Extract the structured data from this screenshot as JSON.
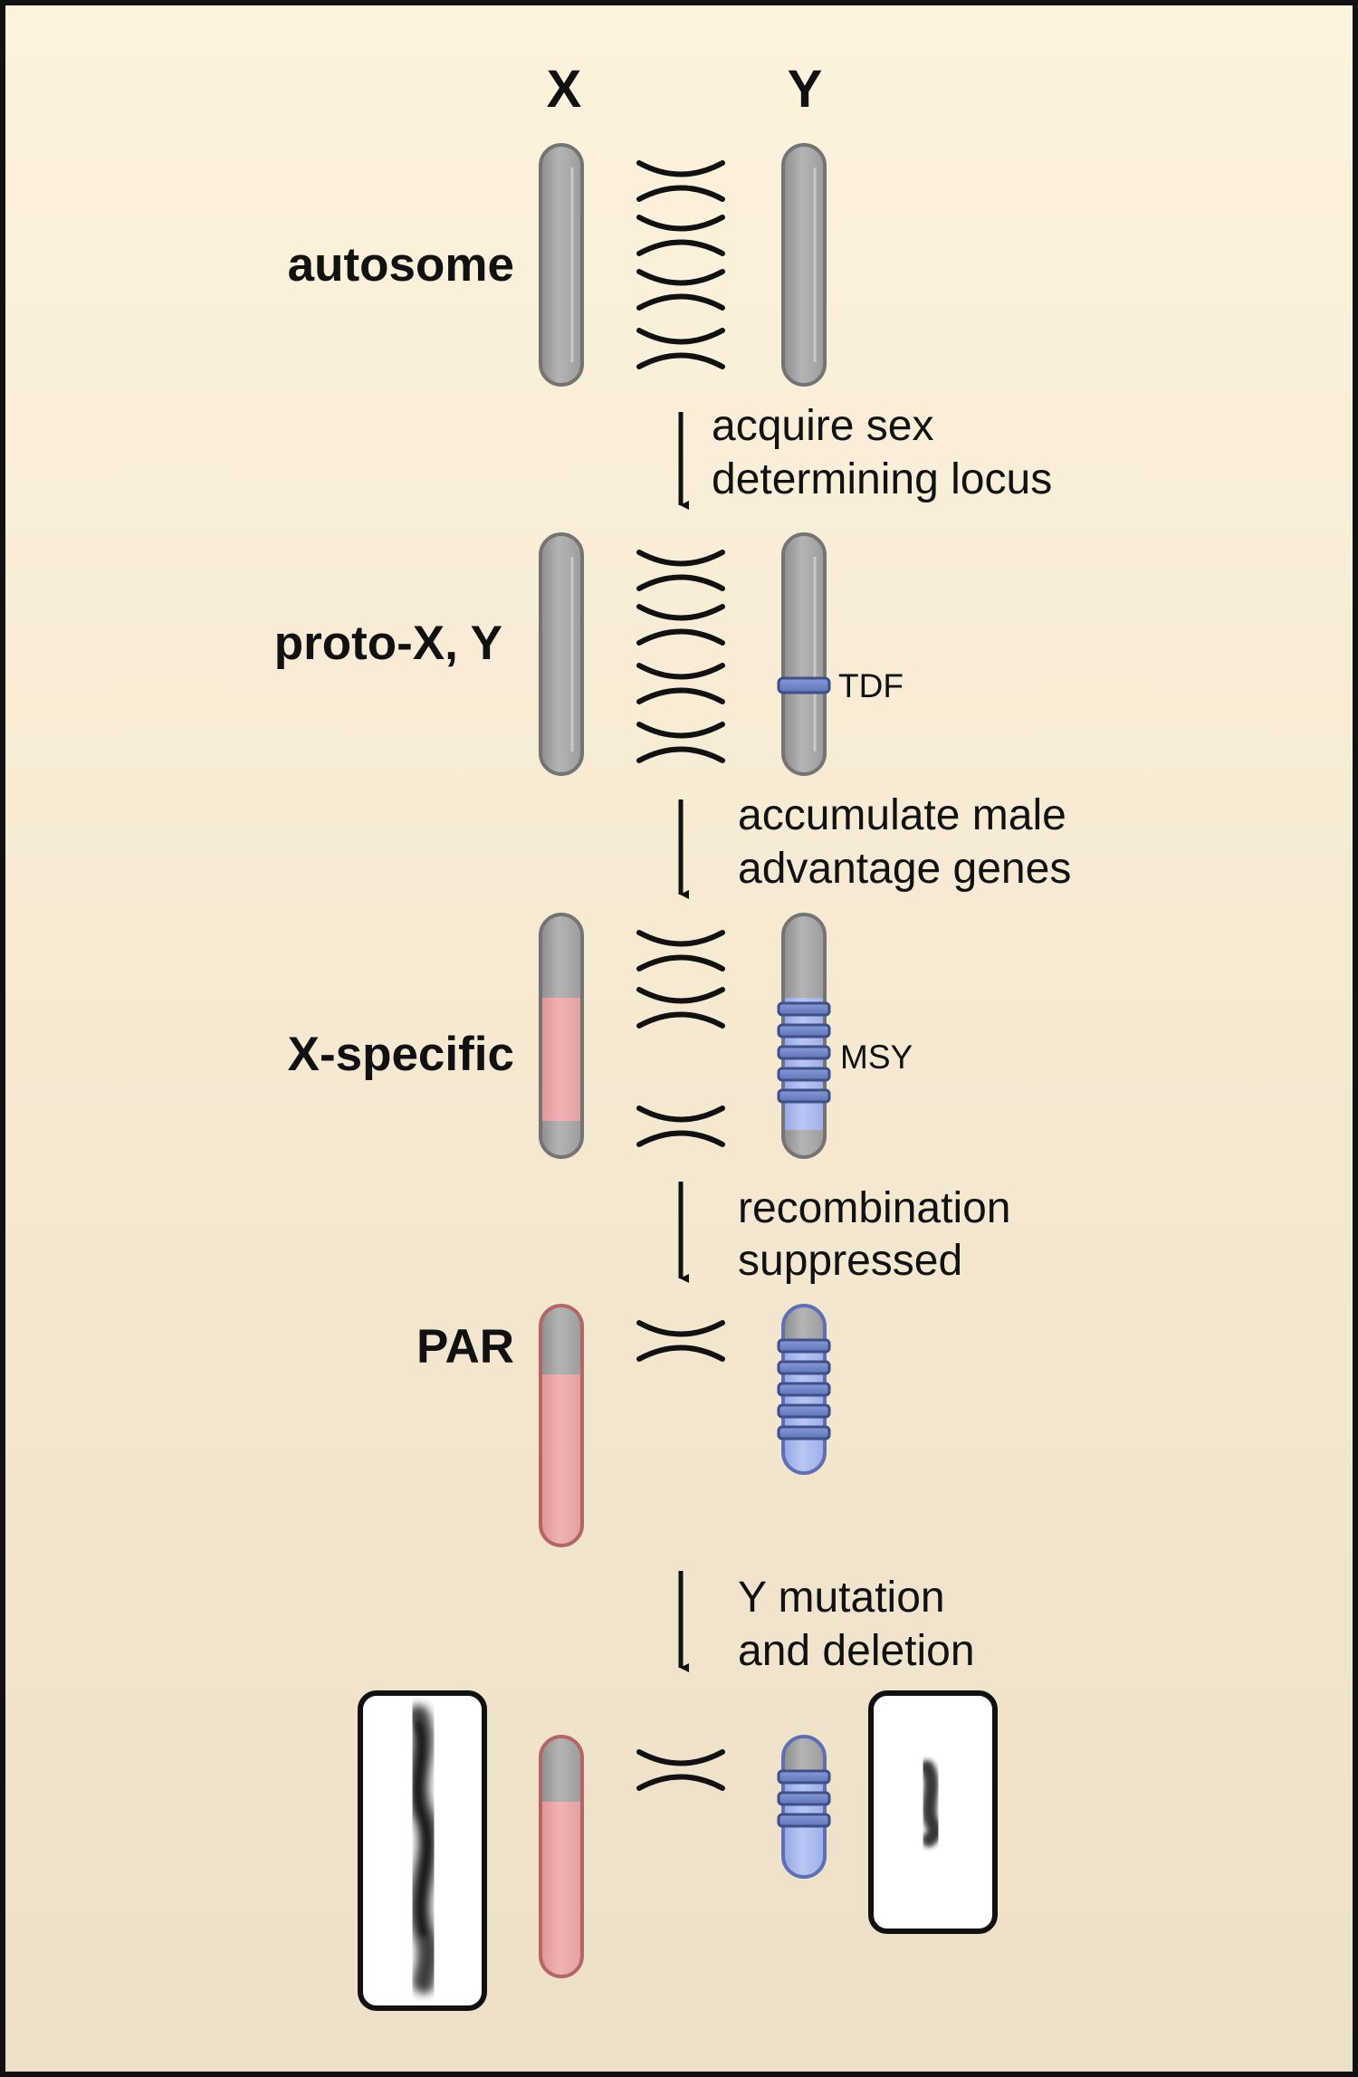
{
  "columns": {
    "x": "X",
    "y": "Y"
  },
  "stages": {
    "autosome": "autosome",
    "proto": "proto-X, Y",
    "xspecific": "X-specific",
    "par": "PAR"
  },
  "steps": [
    {
      "line1": "acquire sex",
      "line2": "determining locus"
    },
    {
      "line1": "accumulate male",
      "line2": "advantage genes"
    },
    {
      "line1": "recombination",
      "line2": "suppressed"
    },
    {
      "line1": "Y mutation",
      "line2": "and deletion"
    }
  ],
  "annotations": {
    "tdf": "TDF",
    "msy": "MSY"
  },
  "colors": {
    "background_top": "#fdf2dc",
    "background_bottom": "#ede0c8",
    "gray_chromosome": "#a9a9a9",
    "x_specific_pink": "#e8a6a8",
    "y_specific_blue": "#a9b8ec",
    "band_blue": "#6f83c4"
  }
}
